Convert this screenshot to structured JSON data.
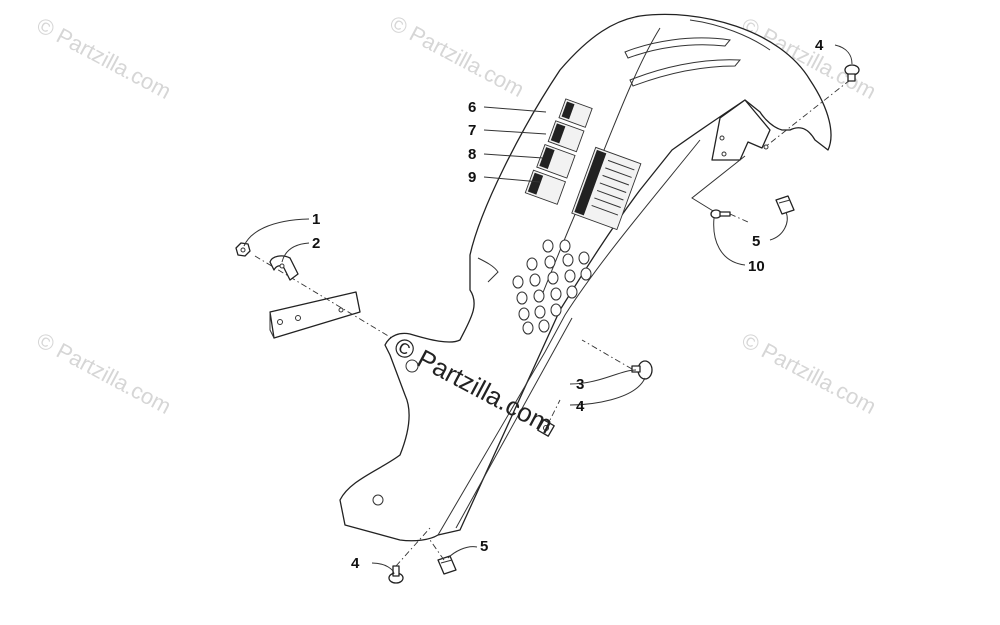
{
  "watermark": {
    "text": "© Partzilla.com"
  },
  "callouts": [
    {
      "id": "c1",
      "text": "1"
    },
    {
      "id": "c2",
      "text": "2"
    },
    {
      "id": "c3",
      "text": "3"
    },
    {
      "id": "c4a",
      "text": "4"
    },
    {
      "id": "c4b",
      "text": "4"
    },
    {
      "id": "c4c",
      "text": "4"
    },
    {
      "id": "c5a",
      "text": "5"
    },
    {
      "id": "c5b",
      "text": "5"
    },
    {
      "id": "c6",
      "text": "6"
    },
    {
      "id": "c7",
      "text": "7"
    },
    {
      "id": "c8",
      "text": "8"
    },
    {
      "id": "c9",
      "text": "9"
    },
    {
      "id": "c10",
      "text": "10"
    }
  ]
}
